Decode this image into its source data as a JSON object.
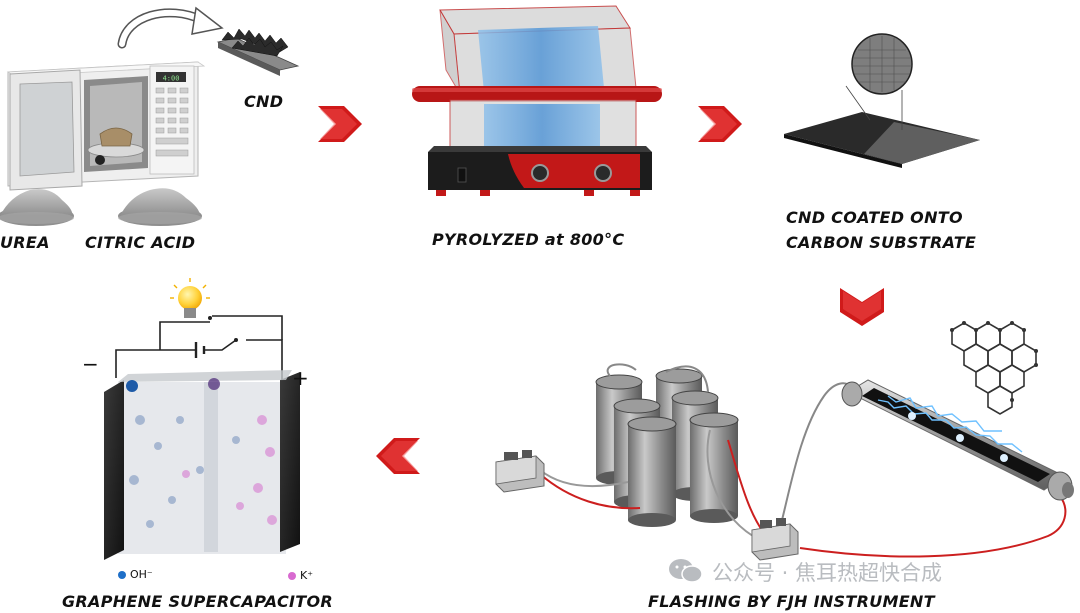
{
  "labels": {
    "cnd": "CND",
    "urea": "UREA",
    "citric_acid": "CITRIC ACID",
    "pyrolyzed": "PYROLYZED at 800°C",
    "coated_line1": "CND COATED ONTO",
    "coated_line2": "CARBON SUBSTRATE",
    "flashing": "FLASHING BY FJH INSTRUMENT",
    "supercapacitor": "GRAPHENE SUPERCAPACITOR"
  },
  "legend": {
    "oh": "OH⁻",
    "k": "K⁺",
    "minus": "−",
    "plus": "+"
  },
  "microwave_display": "4:00",
  "watermark": "公众号 · 焦耳热超快合成",
  "colors": {
    "arrow_red": "#d01a1a",
    "furnace_red": "#c21818",
    "furnace_glass": "#6fa8dc",
    "oh_dot": "#1e6fc8",
    "k_dot": "#d86ad0",
    "wire_red": "#cc1f1f",
    "lightning": "#5ab0ff"
  }
}
